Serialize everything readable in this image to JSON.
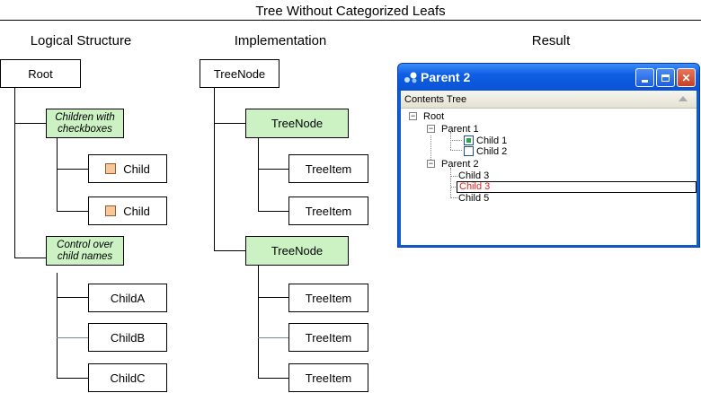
{
  "header": {
    "title": "Tree Without Categorized Leafs"
  },
  "sections": {
    "logical": "Logical Structure",
    "implementation": "Implementation",
    "result": "Result"
  },
  "logical": {
    "root": "Root",
    "group1": "Children with checkboxes",
    "child1": "Child",
    "child2": "Child",
    "group2": "Control over child names",
    "childA": "ChildA",
    "childB": "ChildB",
    "childC": "ChildC"
  },
  "implementation": {
    "root": "TreeNode",
    "node1": "TreeNode",
    "item1": "TreeItem",
    "item2": "TreeItem",
    "node2": "TreeNode",
    "item3": "TreeItem",
    "item4": "TreeItem",
    "item5": "TreeItem"
  },
  "window": {
    "title": "Parent 2",
    "column_header": "Contents Tree",
    "tree": {
      "root": "Root",
      "parent1": "Parent 1",
      "child1": "Child 1",
      "child2": "Child 2",
      "parent2": "Parent 2",
      "child3": "Child 3",
      "child3_editing": "Child 3",
      "child5": "Child 5"
    },
    "checkbox_states": {
      "child1": true,
      "child2": false
    }
  },
  "icons": [
    "checkbox-icon",
    "app-icon",
    "minimize-icon",
    "maximize-icon",
    "close-icon",
    "sort-arrow-icon",
    "expander-icon"
  ]
}
